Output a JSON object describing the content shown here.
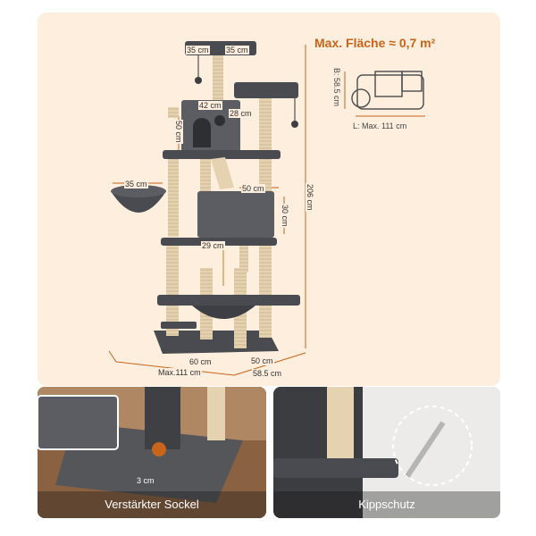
{
  "colors": {
    "accent": "#c8651b",
    "background": "#fdeedd",
    "fabric": "#4a4b50",
    "fabric_light": "#5c5d63",
    "sisal": "#e4d2b0"
  },
  "dimensions": {
    "top_w": "35 cm",
    "top_d": "35 cm",
    "house_w": "42 cm",
    "house_d": "28 cm",
    "house_h": "50 cm",
    "basket": "35 cm",
    "box_w": "50 cm",
    "box_h": "30 cm",
    "box_d": "29 cm",
    "total_h": "206 cm",
    "base_w": "60 cm",
    "base_d": "50 cm",
    "max_w": "Max.111 cm",
    "max_d": "58.5 cm"
  },
  "area": {
    "title": "Max. Fläche ≈ 0,7 m²",
    "width_label": "B: 58.5 cm",
    "length_label": "L: Max. 111 cm"
  },
  "photos": {
    "left_caption": "Verstärkter Sockel",
    "left_small": "3 cm",
    "right_caption": "Kippschutz"
  }
}
